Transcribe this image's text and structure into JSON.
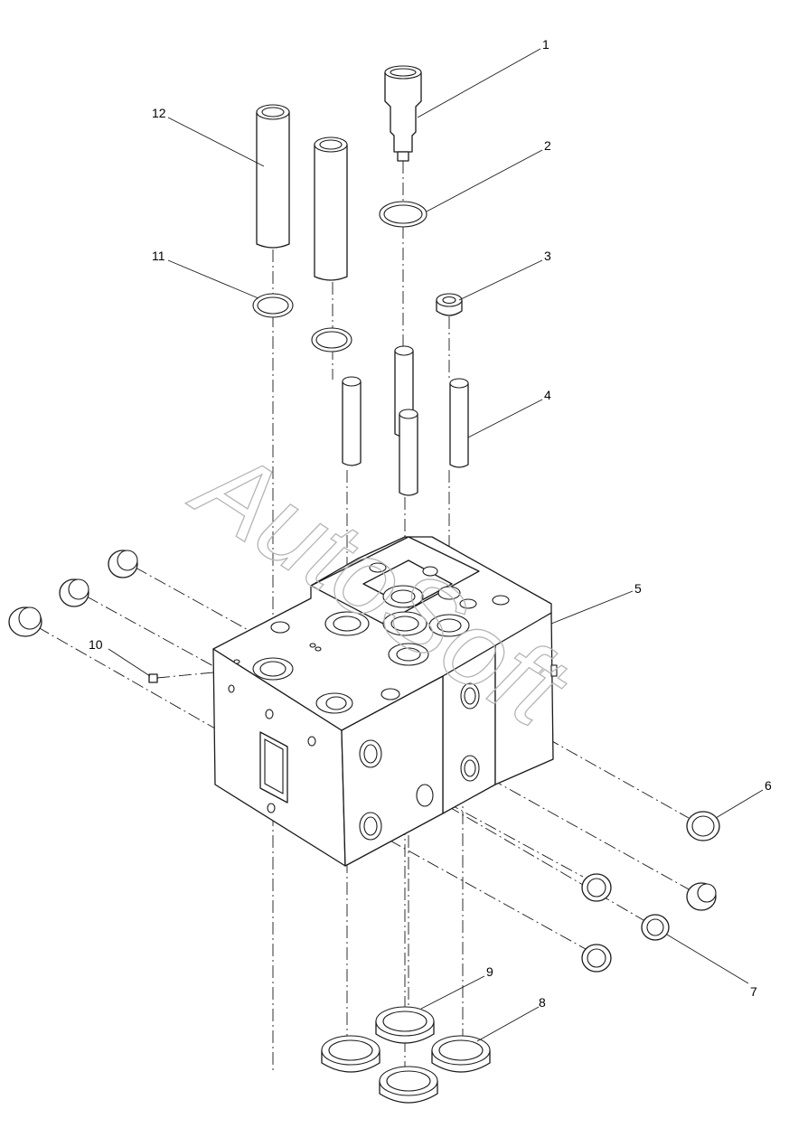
{
  "diagram": {
    "watermark": "AutoSoft",
    "callouts": [
      {
        "id": "1",
        "label": "1"
      },
      {
        "id": "2",
        "label": "2"
      },
      {
        "id": "3",
        "label": "3"
      },
      {
        "id": "4",
        "label": "4"
      },
      {
        "id": "5",
        "label": "5"
      },
      {
        "id": "6",
        "label": "6"
      },
      {
        "id": "7",
        "label": "7"
      },
      {
        "id": "8",
        "label": "8"
      },
      {
        "id": "9",
        "label": "9"
      },
      {
        "id": "10",
        "label": "10"
      },
      {
        "id": "11",
        "label": "11"
      },
      {
        "id": "12",
        "label": "12"
      }
    ]
  }
}
